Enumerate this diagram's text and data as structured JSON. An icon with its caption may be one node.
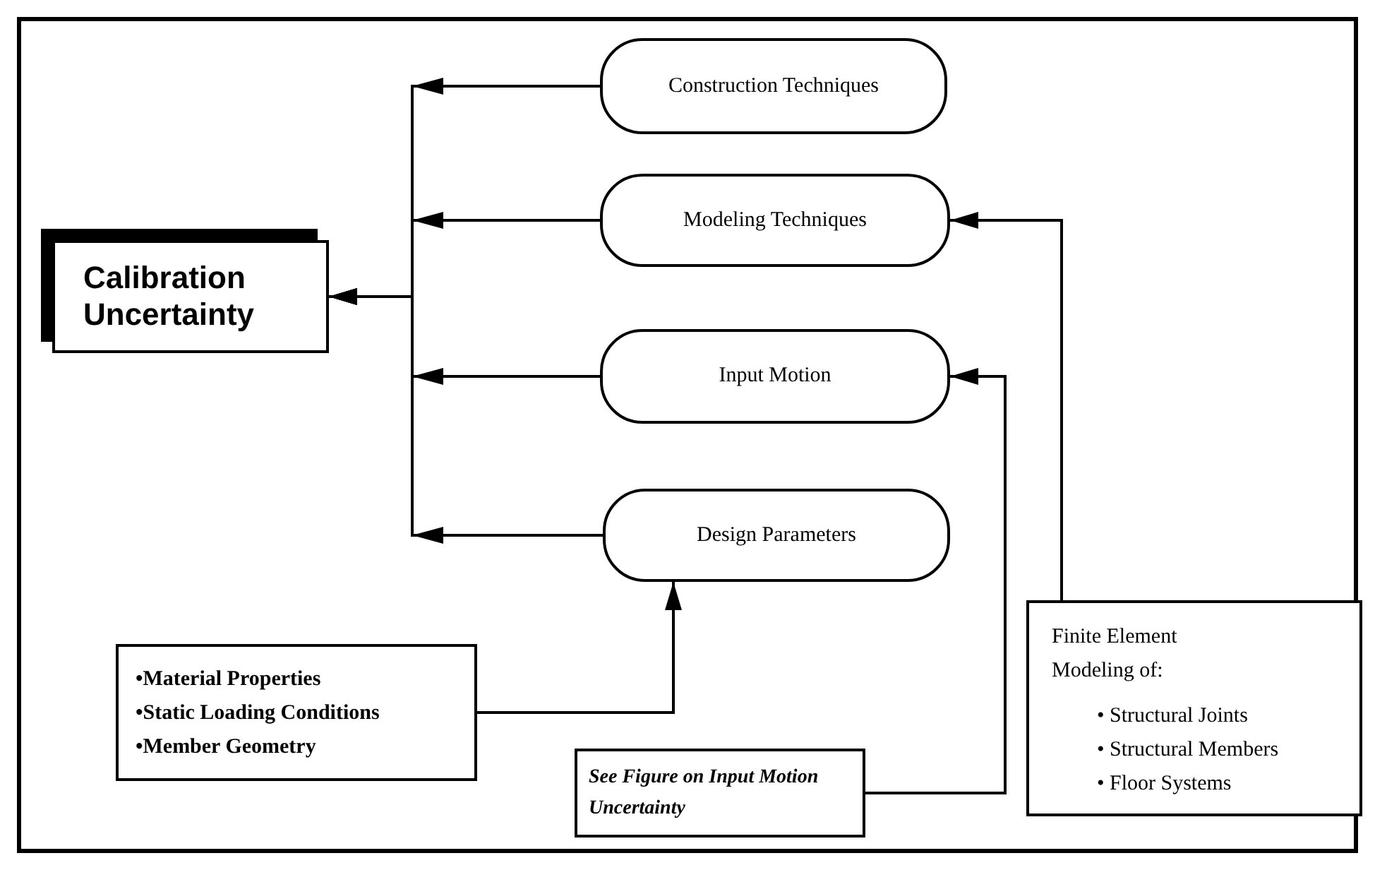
{
  "diagram": {
    "nodes": [
      {
        "text": [
          "Calibration Uncertainty"
        ]
      },
      {
        "text": [
          "Construction Techniques"
        ]
      },
      {
        "text": [
          "Modeling Techniques"
        ]
      },
      {
        "text": [
          "Input Motion"
        ]
      },
      {
        "text": [
          "Design Parameters"
        ]
      },
      {
        "text": [
          "•Material Properties",
          "•Static Loading Conditions",
          "•Member Geometry"
        ]
      },
      {
        "text": [
          "See Figure on Input Motion Uncertainty"
        ]
      },
      {
        "text": [
          "Finite Element Modeling of:",
          "• Structural Joints",
          "• Structural Members",
          "• Floor Systems"
        ]
      }
    ],
    "edges": [
      {
        "from": 1,
        "to": 0,
        "arrow": "to"
      },
      {
        "from": 2,
        "to": 0,
        "arrow": "to"
      },
      {
        "from": 3,
        "to": 0,
        "arrow": "to"
      },
      {
        "from": 4,
        "to": 0,
        "arrow": "to"
      },
      {
        "from": 5,
        "to": 4,
        "arrow": "to"
      },
      {
        "from": 6,
        "to": 3,
        "arrow": "to"
      },
      {
        "from": 7,
        "to": 2,
        "arrow": "to"
      }
    ]
  }
}
